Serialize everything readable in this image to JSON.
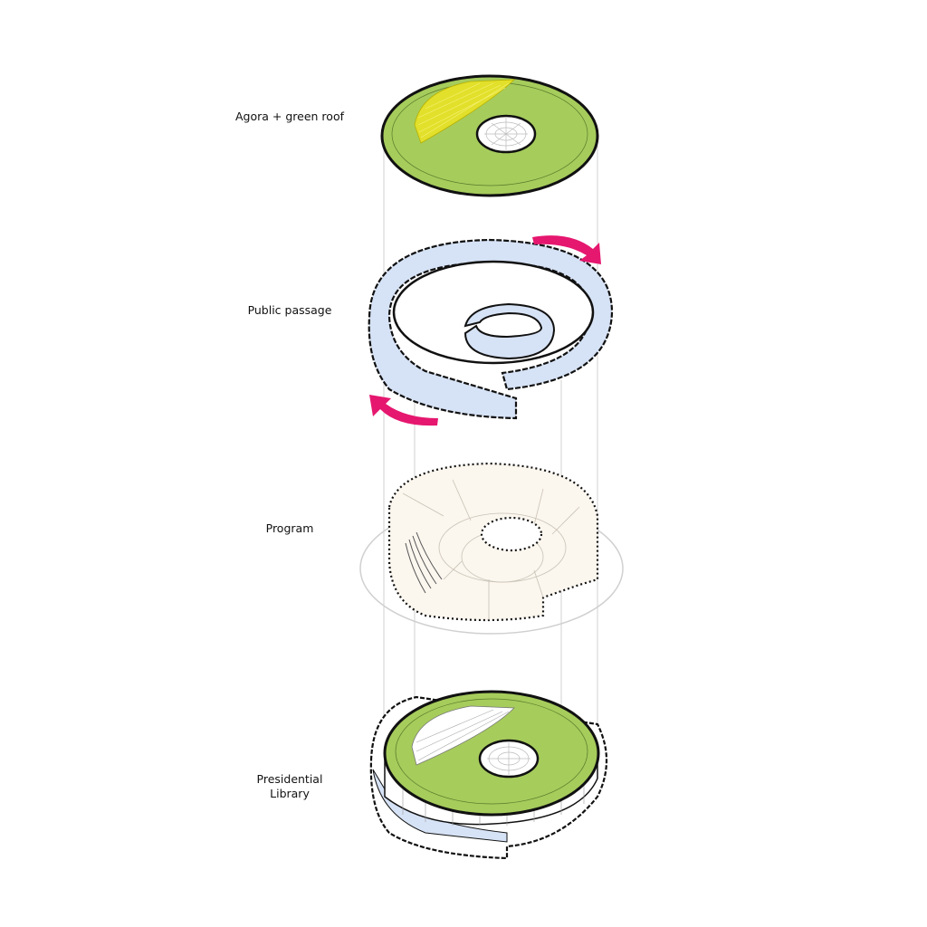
{
  "layers": [
    {
      "id": "agora",
      "label": "Agora + green roof"
    },
    {
      "id": "passage",
      "label": "Public passage"
    },
    {
      "id": "program",
      "label": "Program"
    },
    {
      "id": "library",
      "label_line1": "Presidential",
      "label_line2": "Library"
    }
  ],
  "colors": {
    "green_roof": "#a6cc5c",
    "agora_yellow": "#e2e02a",
    "passage_blue": "#d6e2f5",
    "program_fill": "#fbf6ee",
    "arrow_pink": "#e5176f",
    "outline": "#111111",
    "guide": "#cccccc"
  },
  "icons": [
    "rotation-arrow-icon",
    "rotation-arrow-icon"
  ]
}
